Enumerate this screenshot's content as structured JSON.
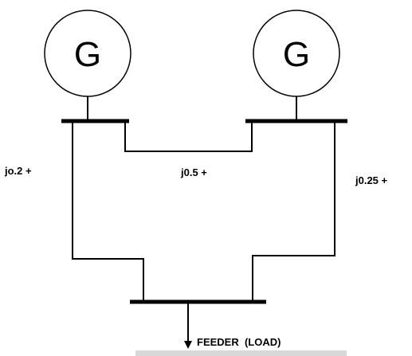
{
  "generators": [
    {
      "symbol": "G"
    },
    {
      "symbol": "G"
    }
  ],
  "impedances": {
    "left": "jo.2 +",
    "middle": "j0.5 +",
    "right": "j0.25 +"
  },
  "feeder": {
    "label": "FEEDER  (LOAD)"
  },
  "colors": {
    "line": "#000000",
    "background": "#ffffff",
    "strip": "#d8d8d8"
  }
}
